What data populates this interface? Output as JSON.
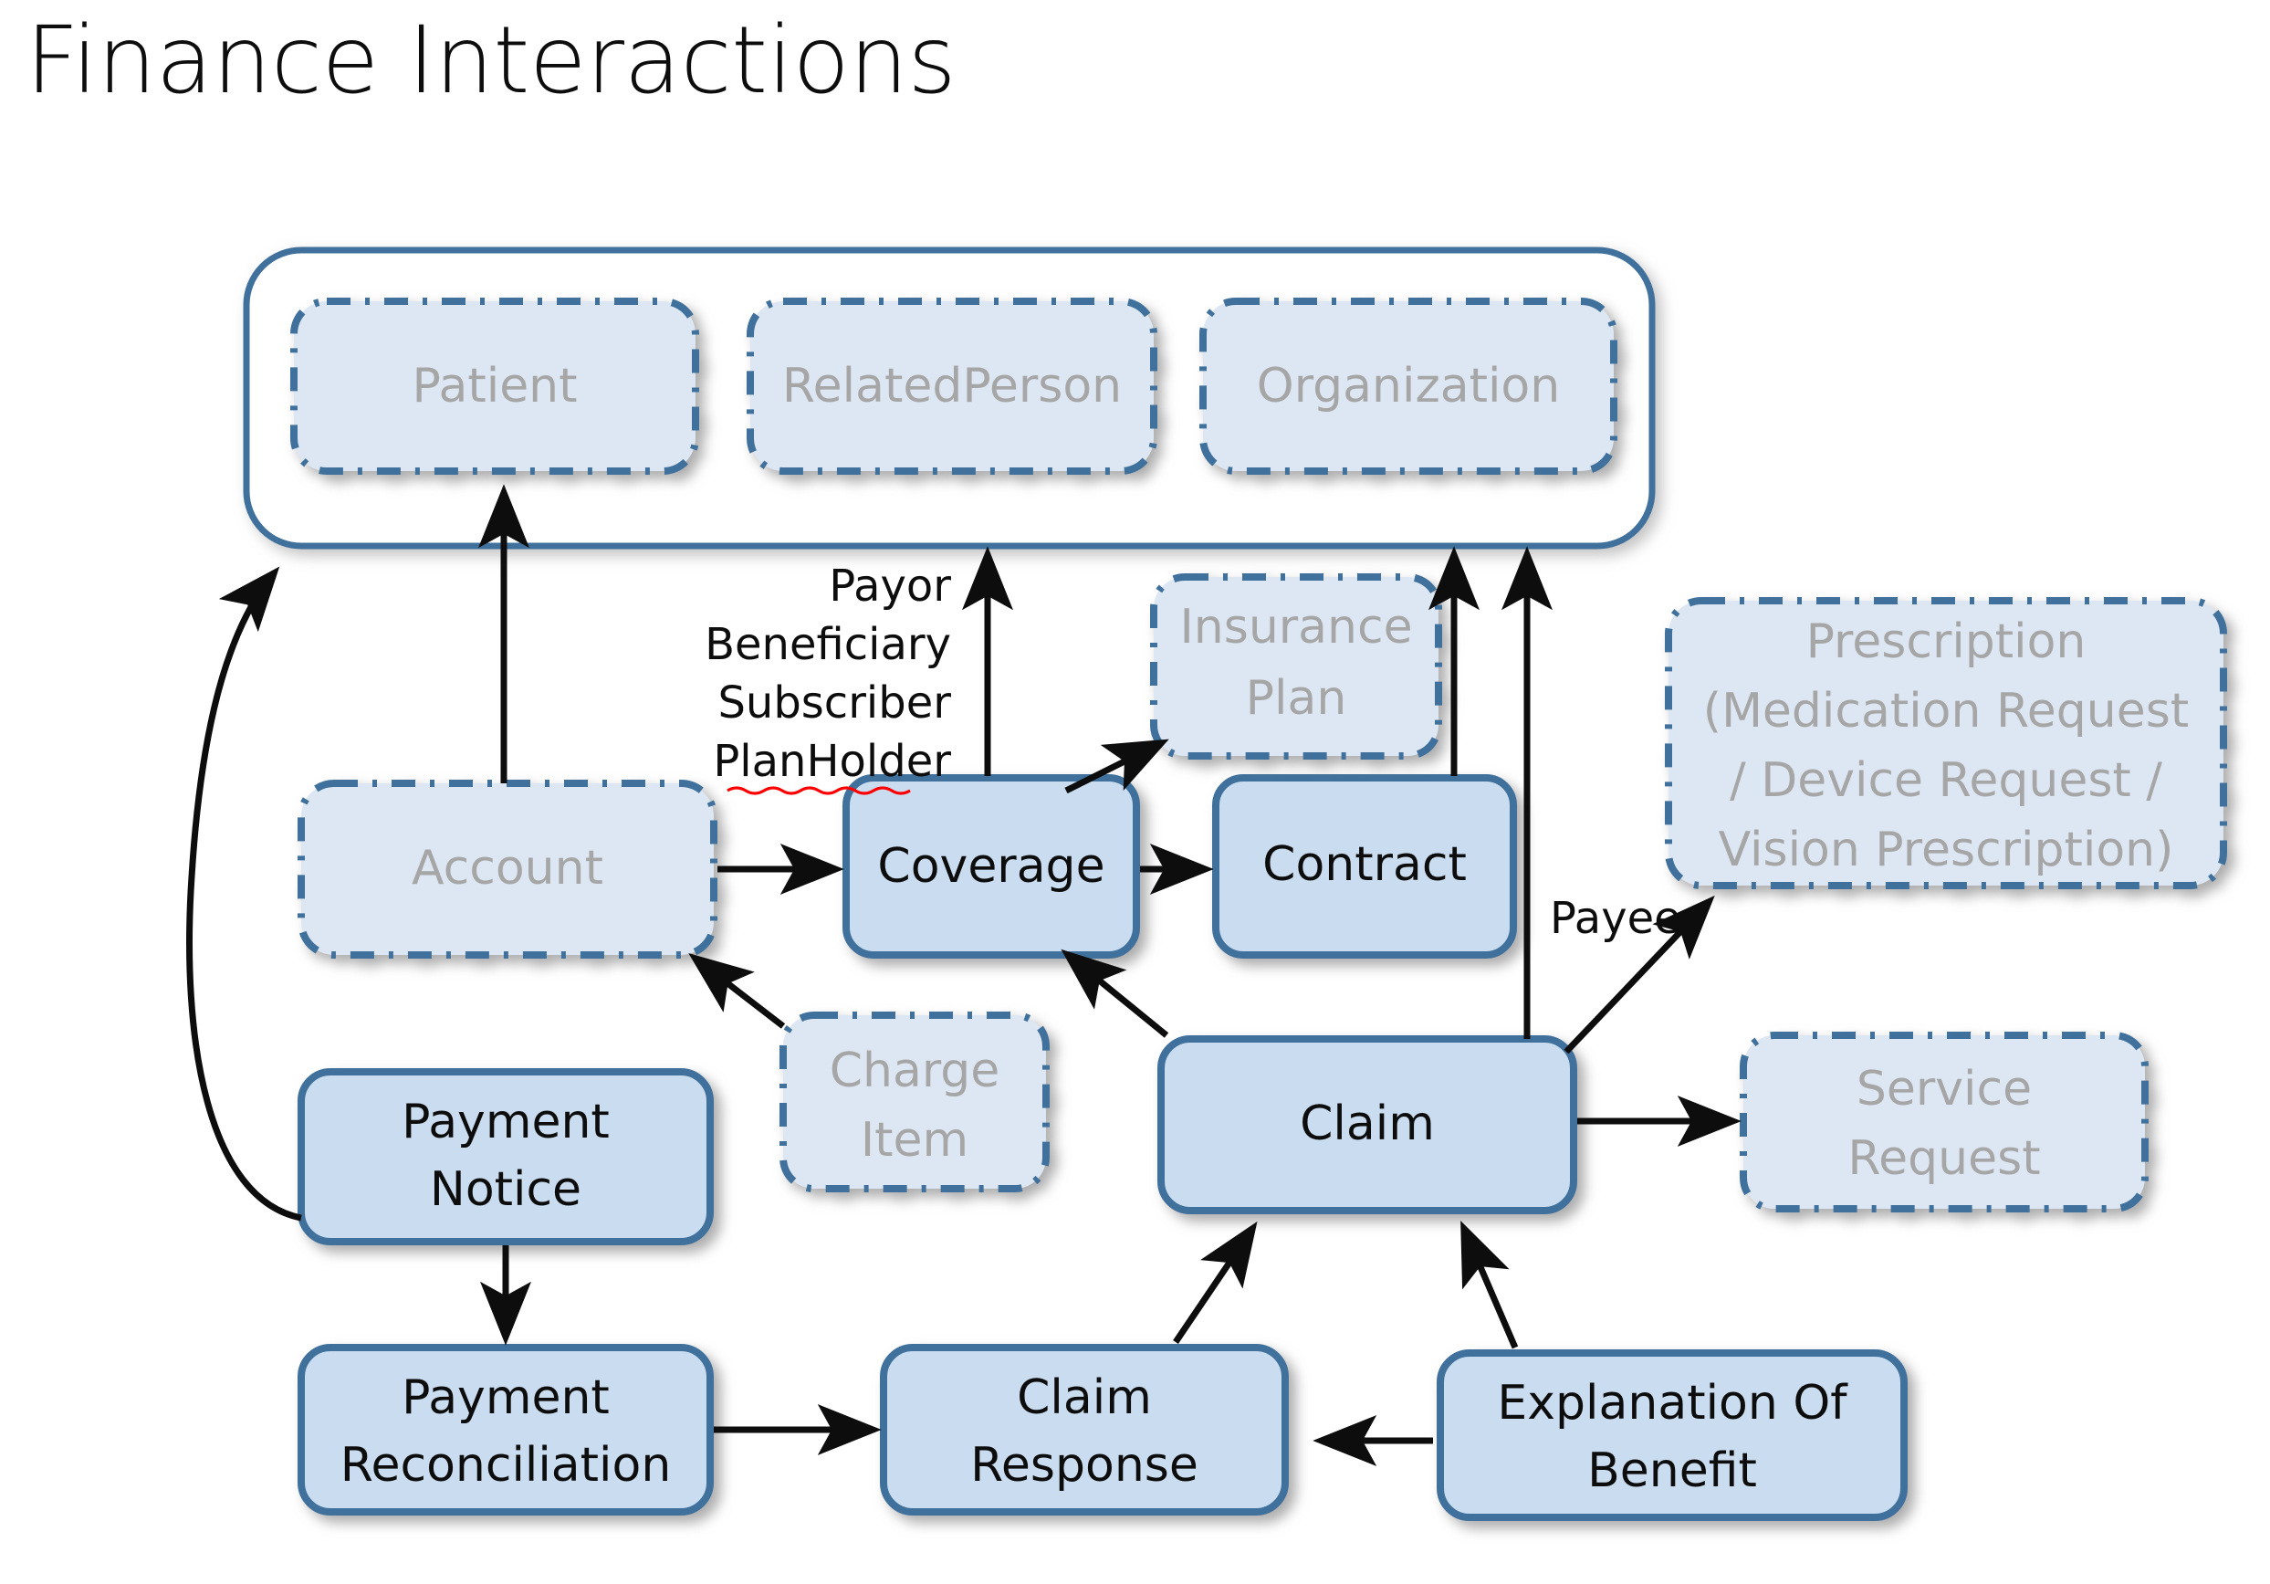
{
  "title": "Finance Interactions",
  "colors": {
    "solid_fill": "#cadcef",
    "dashed_fill": "#dde7f3",
    "border_blue": "#41719c",
    "label_dark": "#0d0d0d",
    "label_muted": "#a6a6a6",
    "arrow": "#0d0d0d",
    "background": "#ffffff"
  },
  "group": {
    "name": "actors-group",
    "members": [
      {
        "id": "patient",
        "label": "Patient",
        "style": "dashed"
      },
      {
        "id": "related-person",
        "label": "RelatedPerson",
        "style": "dashed"
      },
      {
        "id": "organization",
        "label": "Organization",
        "style": "dashed"
      }
    ]
  },
  "nodes": [
    {
      "id": "account",
      "label": "Account",
      "style": "dashed",
      "lines": [
        "Account"
      ]
    },
    {
      "id": "coverage",
      "label": "Coverage",
      "style": "solid",
      "lines": [
        "Coverage"
      ]
    },
    {
      "id": "contract",
      "label": "Contract",
      "style": "solid",
      "lines": [
        "Contract"
      ]
    },
    {
      "id": "insurance-plan",
      "label": "Insurance Plan",
      "style": "dashed",
      "lines": [
        "Insurance",
        "Plan"
      ]
    },
    {
      "id": "prescription",
      "label": "Prescription (Medication Request / Device Request / Vision Prescription)",
      "style": "dashed",
      "lines": [
        "Prescription",
        "(Medication Request",
        "/ Device Request /",
        "Vision Prescription)"
      ]
    },
    {
      "id": "charge-item",
      "label": "Charge Item",
      "style": "dashed",
      "lines": [
        "Charge",
        "Item"
      ]
    },
    {
      "id": "claim",
      "label": "Claim",
      "style": "solid",
      "lines": [
        "Claim"
      ]
    },
    {
      "id": "service-request",
      "label": "Service Request",
      "style": "dashed",
      "lines": [
        "Service",
        "Request"
      ]
    },
    {
      "id": "payment-notice",
      "label": "Payment Notice",
      "style": "solid",
      "lines": [
        "Payment",
        "Notice"
      ]
    },
    {
      "id": "payment-reconciliation",
      "label": "Payment Reconciliation",
      "style": "solid",
      "lines": [
        "Payment",
        "Reconciliation"
      ]
    },
    {
      "id": "claim-response",
      "label": "Claim Response",
      "style": "solid",
      "lines": [
        "Claim",
        "Response"
      ]
    },
    {
      "id": "explanation-of-benefit",
      "label": "Explanation Of Benefit",
      "style": "solid",
      "lines": [
        "Explanation Of",
        "Benefit"
      ]
    }
  ],
  "edge_labels": {
    "coverage_roles": [
      "Payor",
      "Beneficiary",
      "Subscriber",
      "PlanHolder"
    ],
    "payee": "Payee"
  },
  "edges": [
    {
      "from": "account",
      "to": "patient",
      "type": "straight"
    },
    {
      "from": "account",
      "to": "coverage",
      "type": "straight"
    },
    {
      "from": "coverage",
      "to": "actors-group",
      "type": "straight",
      "label": "Payor Beneficiary Subscriber PlanHolder"
    },
    {
      "from": "coverage",
      "to": "insurance-plan",
      "type": "diagonal"
    },
    {
      "from": "coverage",
      "to": "contract",
      "type": "straight"
    },
    {
      "from": "contract",
      "to": "actors-group",
      "type": "straight"
    },
    {
      "from": "claim",
      "to": "actors-group",
      "type": "straight"
    },
    {
      "from": "claim",
      "to": "prescription",
      "type": "diagonal",
      "label": "Payee"
    },
    {
      "from": "claim",
      "to": "service-request",
      "type": "straight"
    },
    {
      "from": "claim",
      "to": "coverage",
      "type": "diagonal"
    },
    {
      "from": "charge-item",
      "to": "account",
      "type": "diagonal"
    },
    {
      "from": "payment-notice",
      "to": "actors-group",
      "type": "curved"
    },
    {
      "from": "payment-notice",
      "to": "payment-reconciliation",
      "type": "straight"
    },
    {
      "from": "payment-reconciliation",
      "to": "claim-response",
      "type": "straight"
    },
    {
      "from": "claim-response",
      "to": "claim",
      "type": "diagonal"
    },
    {
      "from": "explanation-of-benefit",
      "to": "claim-response",
      "type": "straight"
    },
    {
      "from": "explanation-of-benefit",
      "to": "claim",
      "type": "diagonal"
    }
  ]
}
